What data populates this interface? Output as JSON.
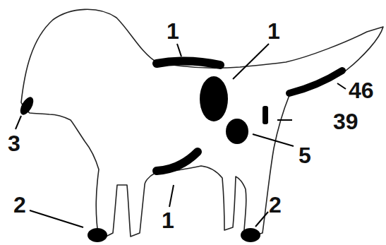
{
  "diagram": {
    "labels": [
      "1",
      "1",
      "46",
      "39",
      "3",
      "5",
      "2",
      "2",
      "1"
    ]
  }
}
